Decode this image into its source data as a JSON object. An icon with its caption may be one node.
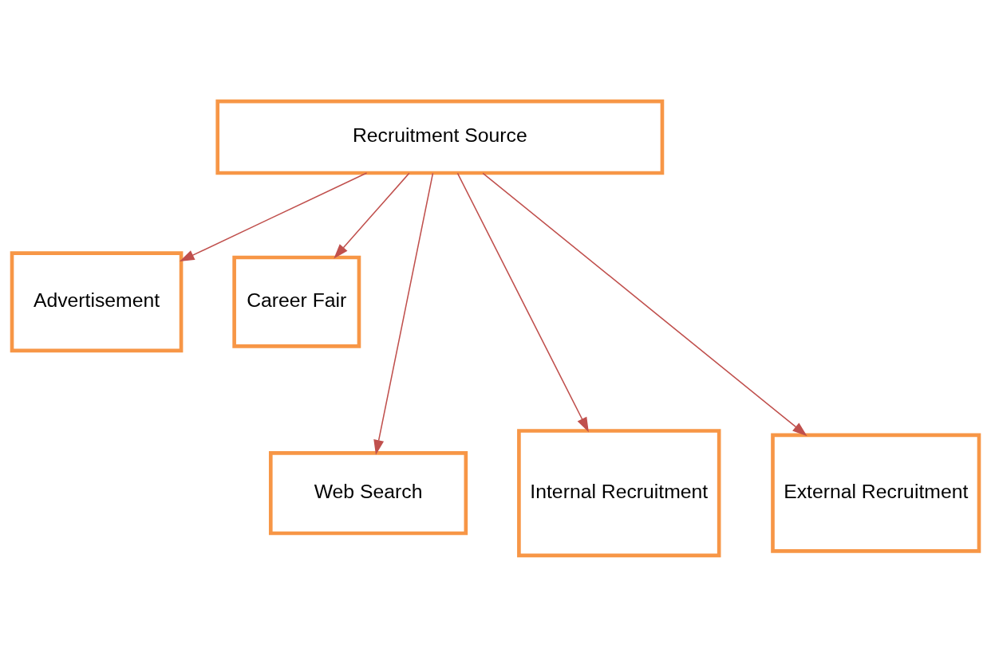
{
  "diagram": {
    "nodes": [
      {
        "text": [
          "Recruitment Source"
        ]
      },
      {
        "text": [
          "Advertisement"
        ]
      },
      {
        "text": [
          "Career Fair"
        ]
      },
      {
        "text": [
          "Web Search"
        ]
      },
      {
        "text": [
          "Internal Recruitment"
        ]
      },
      {
        "text": [
          "External Recruitment"
        ]
      }
    ],
    "edges": [
      {
        "from": 0,
        "to": 1,
        "arrow": "to"
      },
      {
        "from": 0,
        "to": 3,
        "arrow": "to"
      },
      {
        "from": 0,
        "to": 4,
        "arrow": "to"
      },
      {
        "from": 0,
        "to": 2,
        "arrow": "to"
      },
      {
        "from": 0,
        "to": 5,
        "arrow": "to"
      }
    ]
  }
}
